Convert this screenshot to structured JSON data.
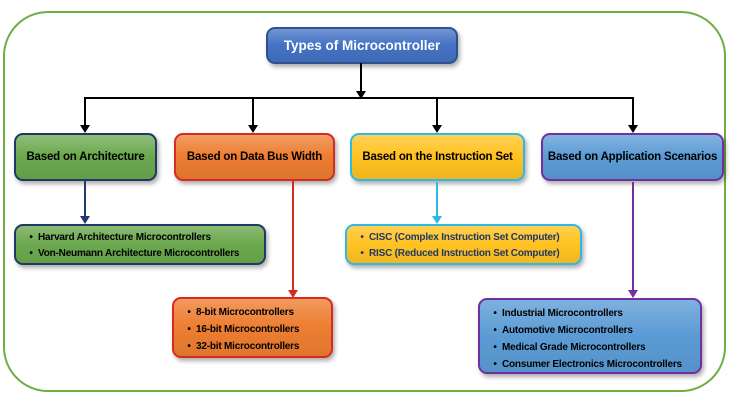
{
  "root": {
    "title": "Types of Microcontroller",
    "fill": "#4472C4",
    "border": "#2F528F",
    "text_color": "#FFFFFF"
  },
  "frame": {
    "border_color": "#6FAE44",
    "background": "#FFFFFF"
  },
  "tree": {
    "line_color": "#000000"
  },
  "branches": [
    {
      "label": "Based on Architecture",
      "fill": "#6BA84D",
      "border": "#203864",
      "connector_color": "#24386B",
      "item_color": "#000000",
      "items": [
        "Harvard Architecture Microcontrollers",
        "Von-Neumann Architecture Microcontrollers"
      ]
    },
    {
      "label": "Based on Data Bus Width",
      "fill": "#ED7D31",
      "border": "#D62B1F",
      "connector_color": "#D62B1F",
      "item_color": "#000000",
      "items": [
        "8-bit Microcontrollers",
        "16-bit Microcontrollers",
        "32-bit Microcontrollers"
      ]
    },
    {
      "label": "Based on the Instruction Set",
      "fill": "#FFC221",
      "border": "#2CB9EA",
      "connector_color": "#2CB9EA",
      "item_color": "#1F3864",
      "items": [
        "CISC (Complex Instruction Set Computer)",
        "RISC (Reduced Instruction Set Computer)"
      ]
    },
    {
      "label": "Based on Application Scenarios",
      "fill": "#5B9BD5",
      "border": "#7030A0",
      "connector_color": "#7030A0",
      "item_color": "#000000",
      "items": [
        "Industrial Microcontrollers",
        "Automotive Microcontrollers",
        "Medical Grade Microcontrollers",
        "Consumer Electronics Microcontrollers"
      ]
    }
  ]
}
